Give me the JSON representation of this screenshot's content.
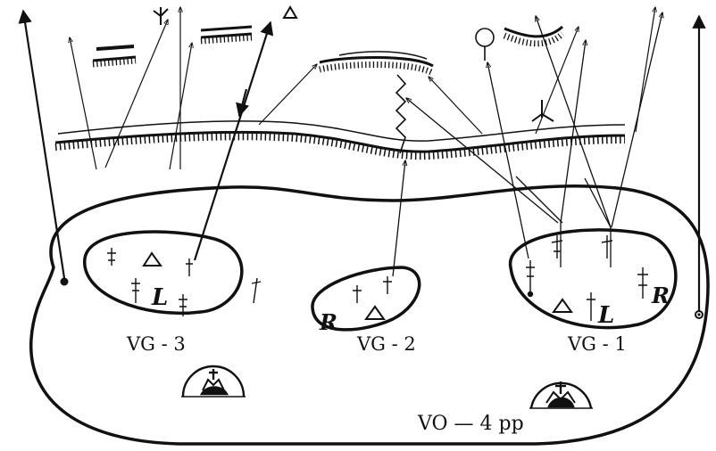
{
  "labels": {
    "vg3": "VG - 3",
    "vg2": "VG - 2",
    "vg1": "VG - 1",
    "vo": "VO — 4 pp",
    "l_left": "L",
    "l_right": "L",
    "r_middle": "R",
    "r_right": "R"
  },
  "colors": {
    "ink": "#111111",
    "background": "#ffffff"
  }
}
